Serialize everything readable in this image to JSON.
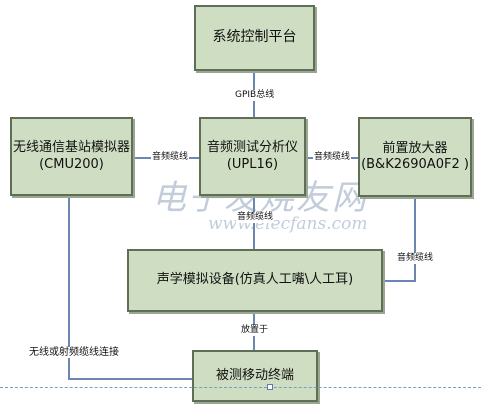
{
  "nodes": {
    "control_platform": {
      "label": "系统控制平台"
    },
    "cmu": {
      "line1": "无线通信基站模拟器",
      "line2": "(CMU200)"
    },
    "upl": {
      "line1": "音频测试分析仪",
      "line2": "(UPL16)"
    },
    "preamp": {
      "line1": "前置放大器",
      "line2": "(B&K2690A0F2 )"
    },
    "acoustic": {
      "label": "声学模拟设备(仿真人工嘴\\人工耳)"
    },
    "terminal": {
      "label": "被测移动终端"
    }
  },
  "edges": {
    "gpib": "GPIB总线",
    "cmu_upl": "音频缆线",
    "upl_preamp": "音频缆线",
    "upl_acoustic": "音频缆线",
    "preamp_acoustic": "音频缆线",
    "placed_on": "放置于",
    "wireless": "无线或射频缆线连接"
  },
  "watermark": {
    "cn": "电子发烧友网",
    "url": "www.elecfans.com"
  },
  "colors": {
    "box_fill": "#cfdec2",
    "box_border": "#5f6f55",
    "connector": "#6b86b3"
  }
}
